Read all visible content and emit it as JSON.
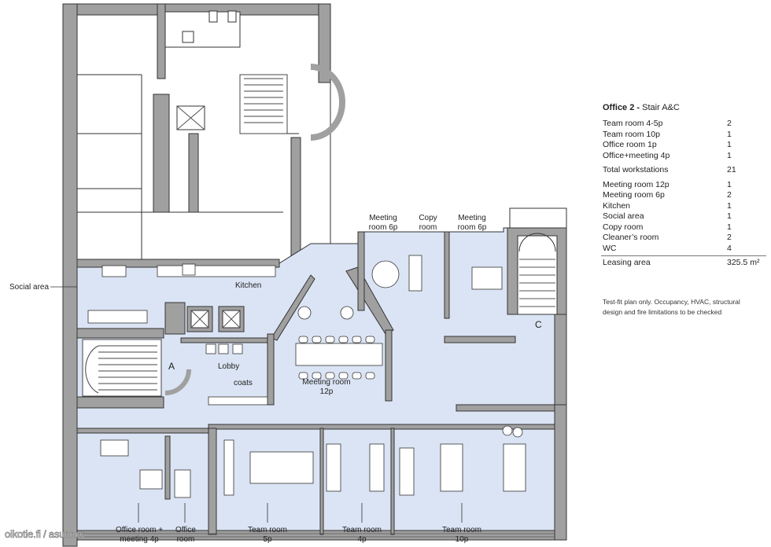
{
  "plan": {
    "labels": {
      "social_area": "Social area",
      "kitchen": "Kitchen",
      "lobby": "Lobby",
      "coats": "coats",
      "stair_a": "A",
      "stair_c": "C",
      "meeting12_l1": "Meeting room",
      "meeting12_l2": "12p",
      "meeting6a_l1": "Meeting",
      "meeting6a_l2": "room 6p",
      "copy_l1": "Copy",
      "copy_l2": "room",
      "meeting6b_l1": "Meeting",
      "meeting6b_l2": "room 6p",
      "office_meeting_l1": "Office room +",
      "office_meeting_l2": "meeting 4p",
      "office_l1": "Office",
      "office_l2": "room",
      "team5_l1": "Team room",
      "team5_l2": "5p",
      "team4_l1": "Team room",
      "team4_l2": "4p",
      "team10_l1": "Team room",
      "team10_l2": "10p"
    },
    "colors": {
      "room": "#dbe4f4",
      "wall": "#a0a0a0",
      "line": "#333333"
    }
  },
  "summary": {
    "title_bold": "Office 2 -",
    "title_rest": "Stair A&C",
    "group1": [
      {
        "label": "Team room 4-5p",
        "value": "2"
      },
      {
        "label": "Team room 10p",
        "value": "1"
      },
      {
        "label": "Office room 1p",
        "value": "1"
      },
      {
        "label": "Office+meeting 4p",
        "value": "1"
      }
    ],
    "total": {
      "label": "Total workstations",
      "value": "21"
    },
    "group2": [
      {
        "label": "Meeting room 12p",
        "value": "1"
      },
      {
        "label": "Meeting room 6p",
        "value": "2"
      },
      {
        "label": "Kitchen",
        "value": "1"
      },
      {
        "label": "Social area",
        "value": "1"
      },
      {
        "label": "Copy room",
        "value": "1"
      },
      {
        "label": "Cleaner’s room",
        "value": "2"
      },
      {
        "label": "WC",
        "value": "4"
      }
    ],
    "leasing": {
      "label": "Leasing area",
      "value": "325.5 m²"
    },
    "note": "Test-fit plan only. Occupancy, HVAC, structural design and fire limitations to be checked"
  },
  "watermark": "oikotie.fi / asunnot"
}
